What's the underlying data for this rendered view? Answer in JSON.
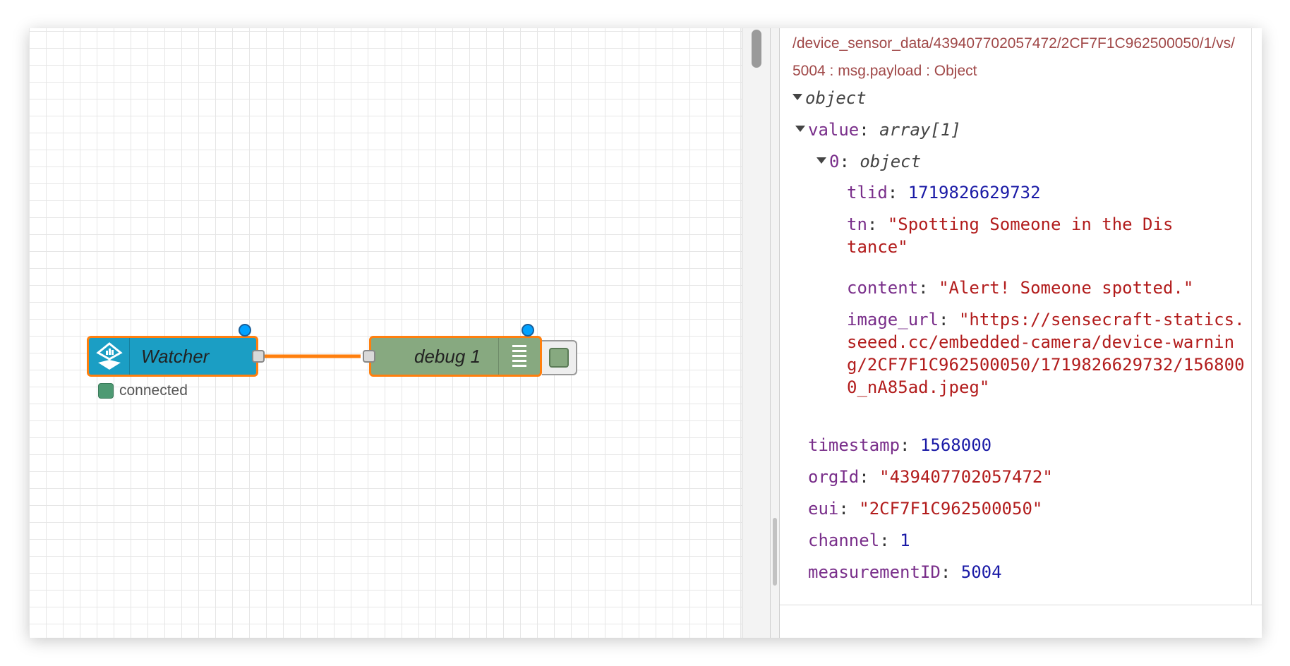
{
  "canvas": {
    "watcher_node": {
      "label": "Watcher",
      "icon": "watcher-diamond-icon",
      "status": "connected",
      "color": "#1b9ec4"
    },
    "debug_node": {
      "label": "debug 1",
      "icon": "list-lines-icon",
      "color": "#87a980"
    },
    "selection_color": "#ff7f0e",
    "changed_indicator_color": "#00a2ff"
  },
  "debug_panel": {
    "topic": "/device_sensor_data/439407702057472/2CF7F1C962500050/1/vs/",
    "meta": "5004 : msg.payload : Object",
    "tree": {
      "root_type": "object",
      "value_key": "value",
      "value_type": "array[1]",
      "item_key": "0",
      "item_type": "object",
      "tlid_key": "tlid",
      "tlid_value": "1719826629732",
      "tn_key": "tn",
      "tn_value": "\"Spotting Someone in the Distance\"",
      "content_key": "content",
      "content_value": "\"Alert! Someone spotted.\"",
      "image_url_key": "image_url",
      "image_url_value": "\"https://sensecraft-statics.seeed.cc/embedded-camera/device-warning/2CF7F1C962500050/1719826629732/1568000_nA85ad.jpeg\"",
      "timestamp_key": "timestamp",
      "timestamp_value": "1568000",
      "orgId_key": "orgId",
      "orgId_value": "\"439407702057472\"",
      "eui_key": "eui",
      "eui_value": "\"2CF7F1C962500050\"",
      "channel_key": "channel",
      "channel_value": "1",
      "measurementID_key": "measurementID",
      "measurementID_value": "5004"
    }
  }
}
